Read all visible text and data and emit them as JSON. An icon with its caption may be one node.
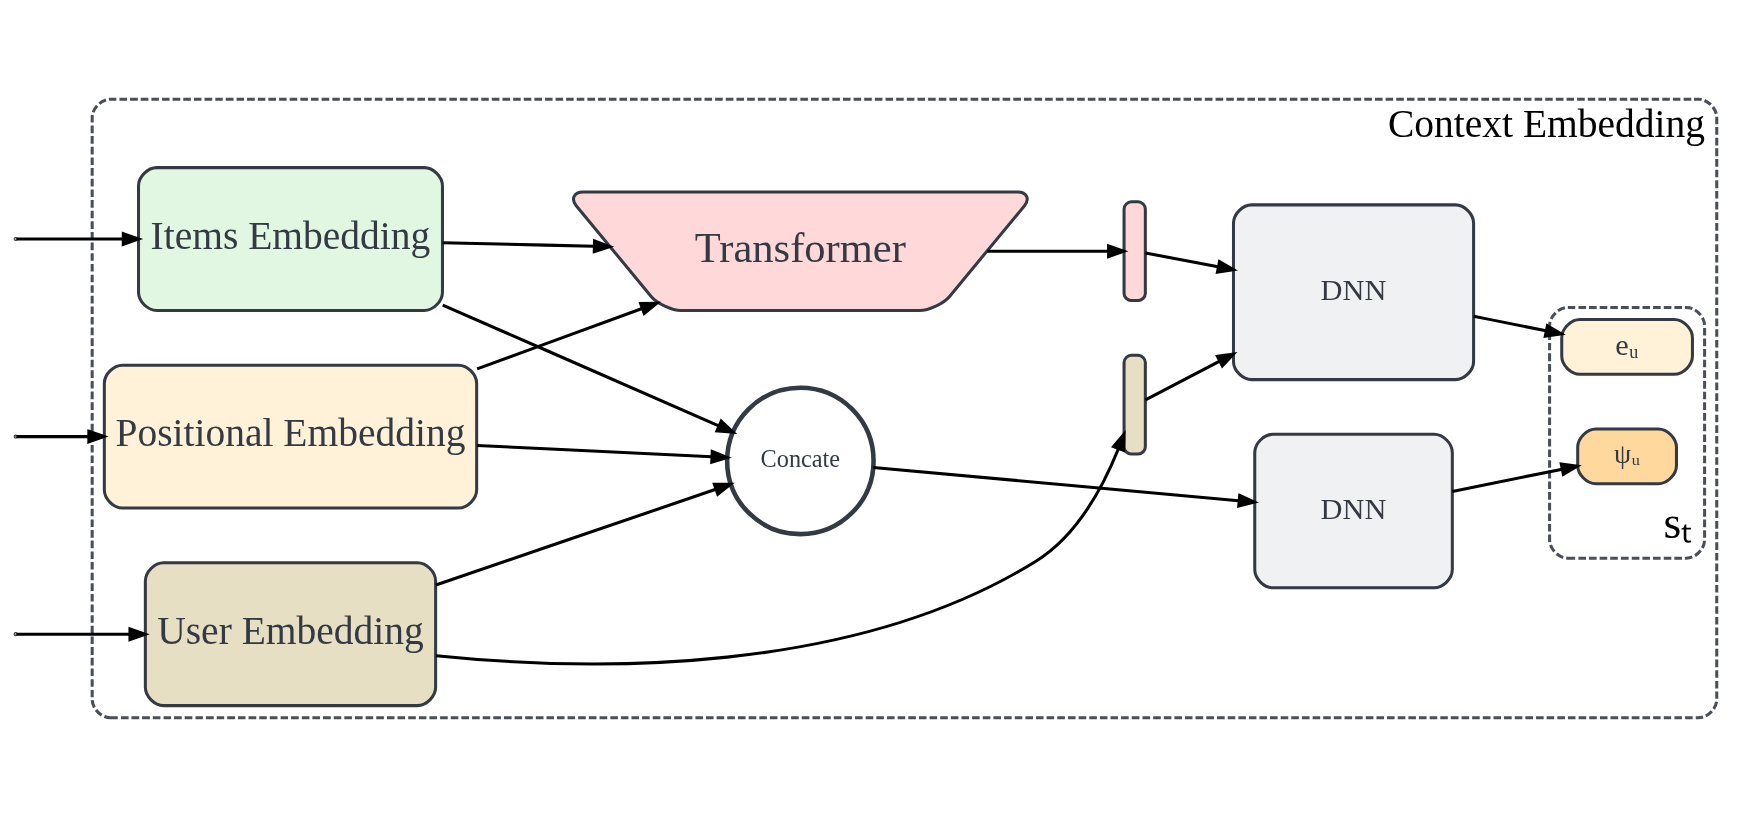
{
  "diagram": {
    "nodes": [
      {
        "text": [
          "Context Embedding"
        ]
      },
      {
        "text": [
          "Positional Embedding"
        ],
        "in": 0
      },
      {
        "text": [
          "Items Embedding"
        ],
        "in": 0
      },
      {
        "text": [
          "User Embedding"
        ],
        "in": 0
      },
      {
        "text": [
          "Concate"
        ],
        "in": 0
      },
      {
        "text": [
          "DNN"
        ],
        "in": 0
      },
      {
        "text": [
          "Transformer"
        ],
        "in": 0
      },
      {
        "text": [
          "sₜ"
        ],
        "in": 0
      },
      {
        "text": [
          "eᵤ"
        ],
        "in": 7
      },
      {
        "text": [
          "ψᵤ"
        ],
        "in": 7
      },
      {
        "text": [],
        "shape": "bar",
        "in": 0
      },
      {
        "text": [],
        "shape": "bar",
        "in": 0
      },
      {
        "text": [
          "DNN"
        ],
        "in": 0
      }
    ],
    "edges": [
      {
        "from": null,
        "to": 1,
        "arrow": "to"
      },
      {
        "from": null,
        "to": 2,
        "arrow": "to"
      },
      {
        "from": null,
        "to": 3,
        "arrow": "to"
      },
      {
        "from": 1,
        "to": 4,
        "arrow": "to"
      },
      {
        "from": 2,
        "to": 4,
        "arrow": "to"
      },
      {
        "from": 3,
        "to": 4,
        "arrow": "to"
      },
      {
        "from": 4,
        "to": 5,
        "arrow": "to"
      },
      {
        "from": 1,
        "to": 6,
        "arrow": "to"
      },
      {
        "from": 2,
        "to": 6,
        "arrow": "to"
      },
      {
        "from": 5,
        "to": 9,
        "arrow": "to"
      },
      {
        "from": 6,
        "to": 10,
        "arrow": "to"
      },
      {
        "from": 3,
        "to": 11,
        "arrow": "to"
      },
      {
        "from": 10,
        "to": 12,
        "arrow": "to"
      },
      {
        "from": 11,
        "to": 12,
        "arrow": "to"
      },
      {
        "from": 12,
        "to": 8,
        "arrow": "to"
      }
    ]
  }
}
